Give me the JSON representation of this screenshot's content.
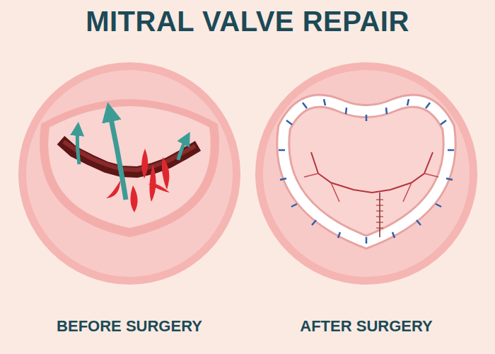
{
  "diagram": {
    "title": "MITRAL VALVE REPAIR",
    "labels": [
      "BEFORE SURGERY",
      "AFTER SURGERY"
    ]
  }
}
